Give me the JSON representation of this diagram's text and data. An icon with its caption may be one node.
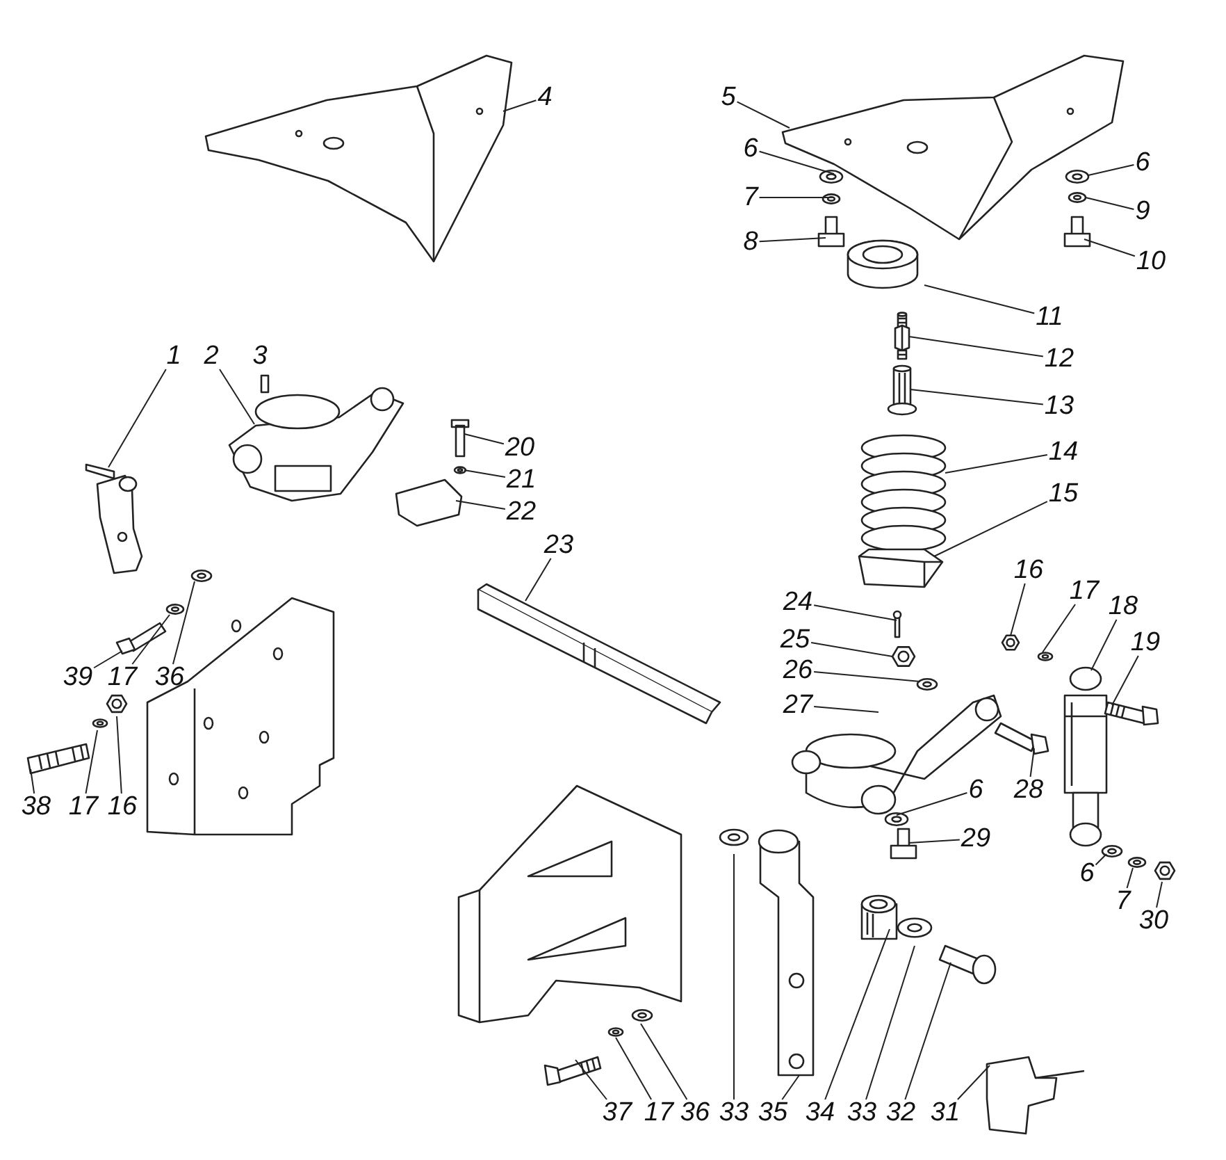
{
  "diagram": {
    "nodes": [
      {
        "text": [
          "1"
        ]
      },
      {
        "text": [
          "2"
        ]
      },
      {
        "text": [
          "4"
        ]
      },
      {
        "text": [
          "5"
        ]
      },
      {
        "text": [
          "6"
        ]
      },
      {
        "text": [
          "7"
        ]
      },
      {
        "text": [
          "8"
        ]
      },
      {
        "text": [
          "6"
        ]
      },
      {
        "text": [
          "9"
        ]
      },
      {
        "text": [
          "10"
        ]
      },
      {
        "text": [
          "11"
        ]
      },
      {
        "text": [
          "12"
        ]
      },
      {
        "text": [
          "13"
        ]
      },
      {
        "text": [
          "14"
        ]
      },
      {
        "text": [
          "15"
        ]
      },
      {
        "text": [
          "20"
        ]
      },
      {
        "text": [
          "21"
        ]
      },
      {
        "text": [
          "22"
        ]
      },
      {
        "text": [
          "23"
        ]
      },
      {
        "text": [
          "24"
        ]
      },
      {
        "text": [
          "25"
        ]
      },
      {
        "text": [
          "26"
        ]
      },
      {
        "text": [
          "27"
        ]
      },
      {
        "text": [
          "16"
        ]
      },
      {
        "text": [
          "17"
        ]
      },
      {
        "text": [
          "18"
        ]
      },
      {
        "text": [
          "19"
        ]
      },
      {
        "text": [
          "39"
        ]
      },
      {
        "text": [
          "17"
        ]
      },
      {
        "text": [
          "36"
        ]
      },
      {
        "text": [
          "28"
        ]
      },
      {
        "text": [
          "6"
        ]
      },
      {
        "text": [
          "29"
        ]
      },
      {
        "text": [
          "38"
        ]
      },
      {
        "text": [
          "17"
        ]
      },
      {
        "text": [
          "16"
        ]
      },
      {
        "text": [
          "6"
        ]
      },
      {
        "text": [
          "7"
        ]
      },
      {
        "text": [
          "30"
        ]
      },
      {
        "text": [
          "37"
        ]
      },
      {
        "text": [
          "17"
        ]
      },
      {
        "text": [
          "36"
        ]
      },
      {
        "text": [
          "33"
        ]
      },
      {
        "text": [
          "35"
        ]
      },
      {
        "text": [
          "34"
        ]
      },
      {
        "text": [
          "33"
        ]
      },
      {
        "text": [
          "32"
        ]
      },
      {
        "text": [
          "31"
        ]
      },
      {
        "text": [],
        "shape": "picture"
      },
      {
        "text": [],
        "shape": "picture"
      },
      {
        "text": [],
        "shape": "picture"
      },
      {
        "text": [],
        "shape": "picture"
      },
      {
        "text": [],
        "shape": "picture"
      },
      {
        "text": [],
        "shape": "picture"
      },
      {
        "text": [],
        "shape": "picture"
      },
      {
        "text": [],
        "shape": "picture"
      },
      {
        "text": [],
        "shape": "picture"
      },
      {
        "text": [],
        "shape": "picture"
      },
      {
        "text": [],
        "shape": "picture"
      },
      {
        "text": [],
        "shape": "picture"
      },
      {
        "text": [],
        "shape": "picture"
      },
      {
        "text": [],
        "shape": "picture"
      },
      {
        "text": [],
        "shape": "picture"
      },
      {
        "text": [],
        "shape": "picture"
      },
      {
        "text": [],
        "shape": "picture"
      },
      {
        "text": [],
        "shape": "picture"
      },
      {
        "text": [],
        "shape": "picture"
      },
      {
        "text": [],
        "shape": "picture"
      },
      {
        "text": [],
        "shape": "picture"
      },
      {
        "text": [],
        "shape": "picture"
      },
      {
        "text": [],
        "shape": "picture"
      },
      {
        "text": [],
        "shape": "picture"
      },
      {
        "text": [],
        "shape": "picture"
      },
      {
        "text": [],
        "shape": "picture"
      },
      {
        "text": [],
        "shape": "picture"
      },
      {
        "text": [],
        "shape": "picture"
      },
      {
        "text": [],
        "shape": "picture"
      },
      {
        "text": [],
        "shape": "picture"
      },
      {
        "text": [],
        "shape": "picture"
      },
      {
        "text": [],
        "shape": "picture"
      },
      {
        "text": [],
        "shape": "picture"
      },
      {
        "text": [],
        "shape": "picture"
      },
      {
        "text": [],
        "shape": "picture"
      },
      {
        "text": [],
        "shape": "picture"
      },
      {
        "text": [],
        "shape": "picture"
      },
      {
        "text": [],
        "shape": "picture"
      },
      {
        "text": [],
        "shape": "picture"
      },
      {
        "text": [],
        "shape": "picture"
      },
      {
        "text": [],
        "shape": "picture"
      },
      {
        "text": [],
        "shape": "picture"
      },
      {
        "text": [],
        "shape": "picture"
      },
      {
        "text": [],
        "shape": "picture"
      },
      {
        "text": [],
        "shape": "picture"
      },
      {
        "text": [],
        "shape": "picture"
      },
      {
        "text": [],
        "shape": "picture"
      },
      {
        "text": [],
        "shape": "picture"
      }
    ],
    "edges": [
      {
        "from": 0,
        "to": 48,
        "arrow": "none"
      },
      {
        "from": 1,
        "to": 49,
        "arrow": "none"
      },
      {
        "from": 2,
        "to": 50,
        "arrow": "none"
      },
      {
        "from": 3,
        "to": 51,
        "arrow": "none"
      },
      {
        "from": 4,
        "to": 52,
        "arrow": "none"
      },
      {
        "from": 5,
        "to": 53,
        "arrow": "none"
      },
      {
        "from": 6,
        "to": 54,
        "arrow": "none"
      },
      {
        "from": 7,
        "to": 55,
        "arrow": "none"
      },
      {
        "from": 8,
        "to": 56,
        "arrow": "none"
      },
      {
        "from": 9,
        "to": 57,
        "arrow": "none"
      },
      {
        "from": 10,
        "to": 58,
        "arrow": "none"
      },
      {
        "from": 11,
        "to": 59,
        "arrow": "none"
      },
      {
        "from": 12,
        "to": 60,
        "arrow": "none"
      },
      {
        "from": 13,
        "to": 61,
        "arrow": "none"
      },
      {
        "from": 14,
        "to": 62,
        "arrow": "none"
      },
      {
        "from": 15,
        "to": 63,
        "arrow": "none"
      },
      {
        "from": 16,
        "to": 64,
        "arrow": "none"
      },
      {
        "from": 17,
        "to": 65,
        "arrow": "none"
      },
      {
        "from": 18,
        "to": 66,
        "arrow": "none"
      },
      {
        "from": 19,
        "to": 67,
        "arrow": "none"
      },
      {
        "from": 20,
        "to": 68,
        "arrow": "none"
      },
      {
        "from": 21,
        "to": 69,
        "arrow": "none"
      },
      {
        "from": 22,
        "to": 70,
        "arrow": "none"
      },
      {
        "from": 23,
        "to": 71,
        "arrow": "none"
      },
      {
        "from": 24,
        "to": 72,
        "arrow": "none"
      },
      {
        "from": 25,
        "to": 73,
        "arrow": "none"
      },
      {
        "from": 26,
        "to": 74,
        "arrow": "none"
      },
      {
        "from": 27,
        "to": 75,
        "arrow": "none"
      },
      {
        "from": 28,
        "to": 76,
        "arrow": "none"
      },
      {
        "from": 29,
        "to": 77,
        "arrow": "none"
      },
      {
        "from": 30,
        "to": 78,
        "arrow": "none"
      },
      {
        "from": 31,
        "to": 79,
        "arrow": "none"
      },
      {
        "from": 32,
        "to": 80,
        "arrow": "none"
      },
      {
        "from": 33,
        "to": 81,
        "arrow": "none"
      },
      {
        "from": 34,
        "to": 82,
        "arrow": "none"
      },
      {
        "from": 35,
        "to": 83,
        "arrow": "none"
      },
      {
        "from": 36,
        "to": 84,
        "arrow": "none"
      },
      {
        "from": 37,
        "to": 85,
        "arrow": "none"
      },
      {
        "from": 38,
        "to": 86,
        "arrow": "none"
      },
      {
        "from": 39,
        "to": 87,
        "arrow": "none"
      },
      {
        "from": 40,
        "to": 88,
        "arrow": "none"
      },
      {
        "from": 41,
        "to": 89,
        "arrow": "none"
      },
      {
        "from": 42,
        "to": 90,
        "arrow": "none"
      },
      {
        "from": 43,
        "to": 91,
        "arrow": "none"
      },
      {
        "from": 44,
        "to": 92,
        "arrow": "none"
      },
      {
        "from": 45,
        "to": 93,
        "arrow": "none"
      },
      {
        "from": 46,
        "to": 94,
        "arrow": "none"
      },
      {
        "from": 47,
        "to": 95,
        "arrow": "none"
      }
    ],
    "labels": [
      "3"
    ]
  }
}
